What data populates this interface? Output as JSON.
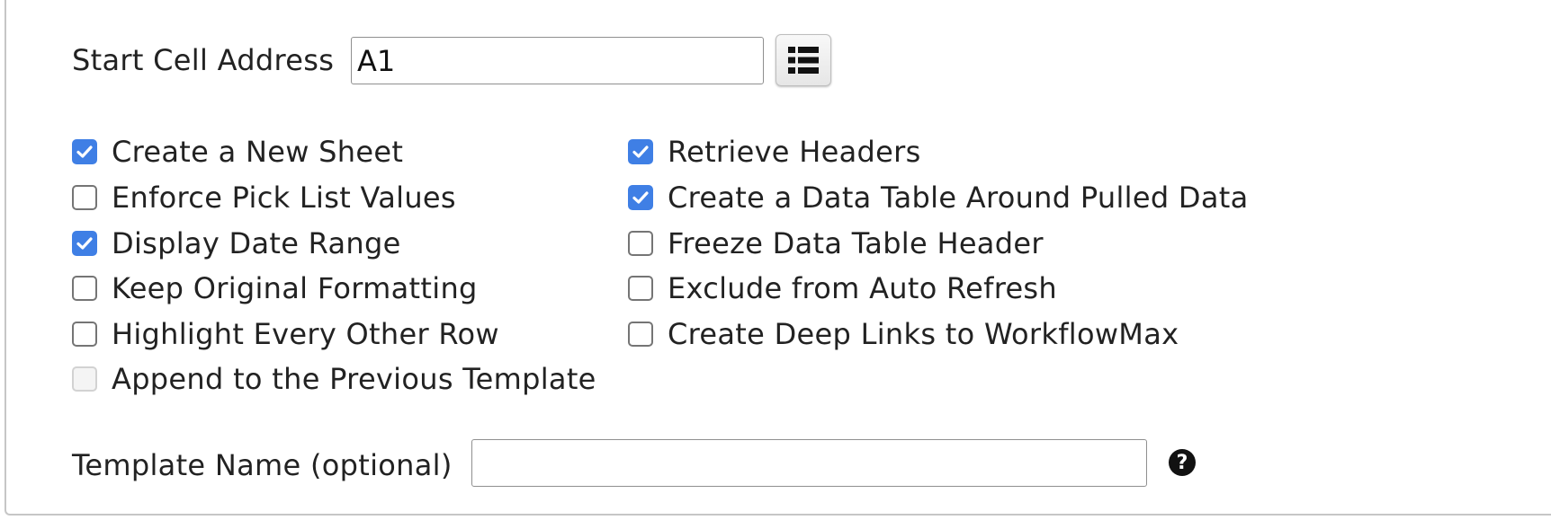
{
  "start_cell": {
    "label": "Start Cell Address",
    "value": "A1",
    "list_button_icon": "list-icon"
  },
  "options": {
    "left": [
      {
        "label": "Create a New Sheet",
        "checked": true,
        "disabled": false
      },
      {
        "label": "Enforce Pick List Values",
        "checked": false,
        "disabled": false
      },
      {
        "label": "Display Date Range",
        "checked": true,
        "disabled": false
      },
      {
        "label": "Keep Original Formatting",
        "checked": false,
        "disabled": false
      },
      {
        "label": "Highlight Every Other Row",
        "checked": false,
        "disabled": false
      },
      {
        "label": "Append to the Previous Template",
        "checked": false,
        "disabled": true
      }
    ],
    "right": [
      {
        "label": "Retrieve Headers",
        "checked": true,
        "disabled": false
      },
      {
        "label": "Create a Data Table Around Pulled Data",
        "checked": true,
        "disabled": false
      },
      {
        "label": "Freeze Data Table Header",
        "checked": false,
        "disabled": false
      },
      {
        "label": "Exclude from Auto Refresh",
        "checked": false,
        "disabled": false
      },
      {
        "label": "Create Deep Links to WorkflowMax",
        "checked": false,
        "disabled": false
      }
    ]
  },
  "template_name": {
    "label": "Template Name (optional)",
    "value": "",
    "help_icon": "question-circle-icon",
    "help_glyph": "?"
  },
  "colors": {
    "checkbox_checked": "#3f7fe5",
    "border": "#c6c6c6"
  }
}
